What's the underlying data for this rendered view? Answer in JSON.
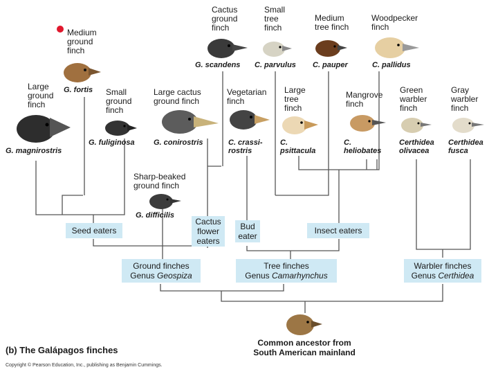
{
  "colors": {
    "box_fill": "#cfe9f4",
    "marker_dot": "#e0182d",
    "line": "#555555"
  },
  "finches": {
    "medium_ground": {
      "common": "Medium\nground\nfinch",
      "species": "G. fortis",
      "marker": "red-dot"
    },
    "large_ground": {
      "common": "Large\nground\nfinch",
      "species": "G. magnirostris"
    },
    "small_ground": {
      "common": "Small\nground\nfinch",
      "species": "G. fuliginosa"
    },
    "large_cactus": {
      "common": "Large cactus\nground finch",
      "species": "G. conirostris"
    },
    "cactus_ground": {
      "common": "Cactus\nground\nfinch",
      "species": "G. scandens"
    },
    "sharp_beaked": {
      "common": "Sharp-beaked\nground finch",
      "species": "G. difficilis"
    },
    "vegetarian": {
      "common": "Vegetarian\nfinch",
      "species": "C. crassi-\nrostris"
    },
    "small_tree": {
      "common": "Small\ntree\nfinch",
      "species": "C. parvulus"
    },
    "large_tree": {
      "common": "Large\ntree\nfinch",
      "species": "C.\npsittacula"
    },
    "medium_tree": {
      "common": "Medium\ntree finch",
      "species": "C. pauper"
    },
    "woodpecker": {
      "common": "Woodpecker\nfinch",
      "species": "C. pallidus"
    },
    "mangrove": {
      "common": "Mangrove\nfinch",
      "species": "C.\nheliobates"
    },
    "green_warbler": {
      "common": "Green\nwarbler\nfinch",
      "species": "Certhidea\nolivacea"
    },
    "gray_warbler": {
      "common": "Gray\nwarbler\nfinch",
      "species": "Certhidea\nfusca"
    }
  },
  "diets": {
    "seed": "Seed eaters",
    "cactus_flower": "Cactus\nflower\neaters",
    "bud": "Bud\neater",
    "insect": "Insect eaters"
  },
  "groups": {
    "ground": {
      "line1": "Ground finches",
      "genus_prefix": "Genus ",
      "genus": "Geospiza"
    },
    "tree": {
      "line1": "Tree finches",
      "genus_prefix": "Genus ",
      "genus": "Camarhynchus"
    },
    "warbler": {
      "line1": "Warbler finches",
      "genus_prefix": "Genus ",
      "genus": "Certhidea"
    }
  },
  "ancestor": "Common ancestor from\nSouth American mainland",
  "caption": "(b) The Galápagos finches",
  "copyright": "Copyright © Pearson Education, Inc., publishing as Benjamin Cummings."
}
